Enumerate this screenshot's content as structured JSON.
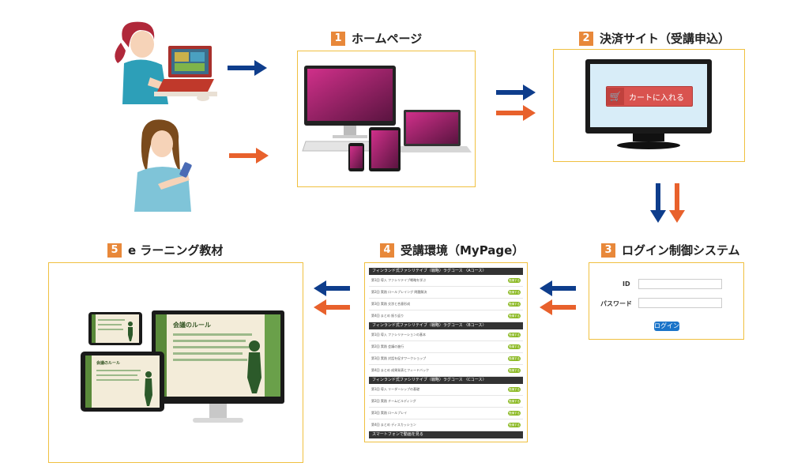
{
  "steps": [
    {
      "num": "1",
      "title": "ホームページ"
    },
    {
      "num": "2",
      "title": "決済サイト（受講申込）"
    },
    {
      "num": "3",
      "title": "ログイン制御システム"
    },
    {
      "num": "4",
      "title": "受講環境（MyPage）"
    },
    {
      "num": "5",
      "title": "e ラーニング教材"
    }
  ],
  "cart_button": "カートに入れる",
  "login": {
    "id_label": "ID",
    "password_label": "パスワード",
    "button": "ログイン"
  },
  "mypage": {
    "sections": [
      {
        "header": "フィンランド式ファシリテイブ（戦略）ラグコース 〈Aコース〉",
        "rows": [
          "第1回 導入 ファシリテイブ戦略を学ぶ",
          "第2回 実践 ロールプレイング 問題解決",
          "第3回 実践 交渉と合意形成",
          "第4回 まとめ 振り返り"
        ]
      },
      {
        "header": "フィンランド式ファシリテイブ（戦略）ラグコース 〈Bコース〉",
        "rows": [
          "第1回 導入 ファシリテーションの基本",
          "第2回 実践 会議の進行",
          "第3回 実践 対話を促すワークショップ",
          "第4回 まとめ 成果発表とフィードバック"
        ]
      },
      {
        "header": "フィンランド式ファシリテイブ（戦略）ラグコース 〈Cコース〉",
        "rows": [
          "第1回 導入 リーダーシップの基礎",
          "第2回 実践 チームビルディング",
          "第3回 実践 ロールプレイ",
          "第4回 まとめ ディスカッション"
        ]
      }
    ],
    "badge": "受講する",
    "footer": "スマートフォンで動画を見る"
  },
  "elearning": {
    "slide_title": "会議のルール"
  },
  "colors": {
    "blue": "#0e3d8c",
    "orange": "#e8612c",
    "box_border": "#f0c040",
    "num_bg": "#e8883a",
    "login_btn": "#1b74c9",
    "cart_btn": "#d9534f"
  }
}
